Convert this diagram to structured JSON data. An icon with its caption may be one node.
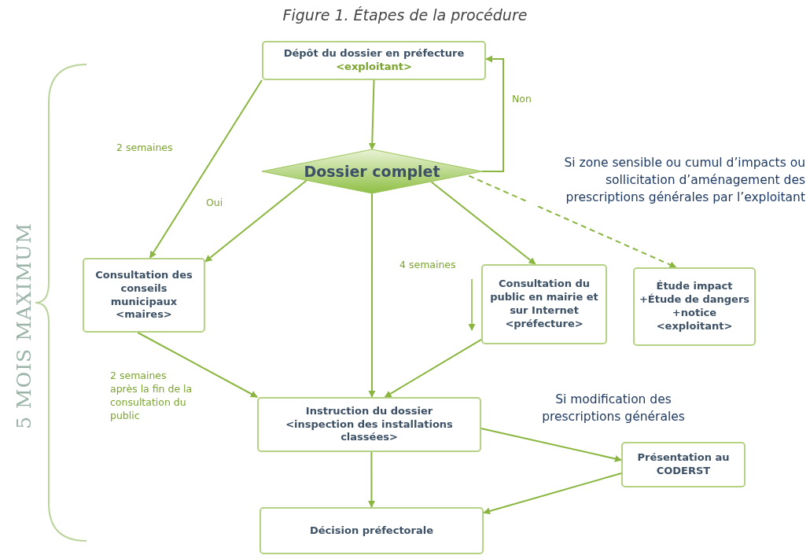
{
  "diagram": {
    "title": "Figure 1. Étapes de la procédure",
    "nodes": [
      {
        "text": [
          "Dépôt du dossier en préfecture",
          "<exploitant>"
        ]
      },
      {
        "text": [
          "Dossier complet"
        ]
      },
      {
        "text": [
          "Consultation des conseils municipaux",
          "<maires>"
        ]
      },
      {
        "text": [
          "Consultation du public en mairie et sur Internet",
          "<préfecture>"
        ]
      },
      {
        "text": [
          "Étude impact +Étude de dangers +notice",
          "<exploitant>"
        ]
      },
      {
        "text": [
          "Instruction du dossier",
          "<inspection des installations classées>"
        ]
      },
      {
        "text": [
          "Présentation au CODERST"
        ]
      },
      {
        "text": [
          "Décision préfectorale"
        ]
      }
    ],
    "edges": [
      {
        "from": 0,
        "to": 1,
        "arrow": "to"
      },
      {
        "from": 1,
        "to": 0,
        "arrow": "to",
        "label": "Non"
      },
      {
        "from": 0,
        "to": 2,
        "arrow": "to",
        "label": "2 semaines"
      },
      {
        "from": 1,
        "to": 2,
        "arrow": "to",
        "label": "Oui"
      },
      {
        "from": 1,
        "to": 5,
        "arrow": "to"
      },
      {
        "from": 1,
        "to": 3,
        "arrow": "to"
      },
      {
        "from": 1,
        "to": 4,
        "arrow": "to",
        "style": "dashed"
      },
      {
        "from": 2,
        "to": 5,
        "arrow": "to",
        "label": "2 semaines après la fin de la consultation du public"
      },
      {
        "from": 3,
        "to": 5,
        "arrow": "to"
      },
      {
        "from": 5,
        "to": 6,
        "arrow": "to"
      },
      {
        "from": 5,
        "to": 7,
        "arrow": "to"
      },
      {
        "from": 6,
        "to": 7,
        "arrow": "to"
      }
    ],
    "labels": [
      "5 MOIS MAXIMUM",
      "Si zone sensible ou cumul d’impacts ou sollicitation d’aménagement des prescriptions générales par l’exploitant",
      "4 semaines",
      "Si modification des prescriptions générales"
    ]
  }
}
